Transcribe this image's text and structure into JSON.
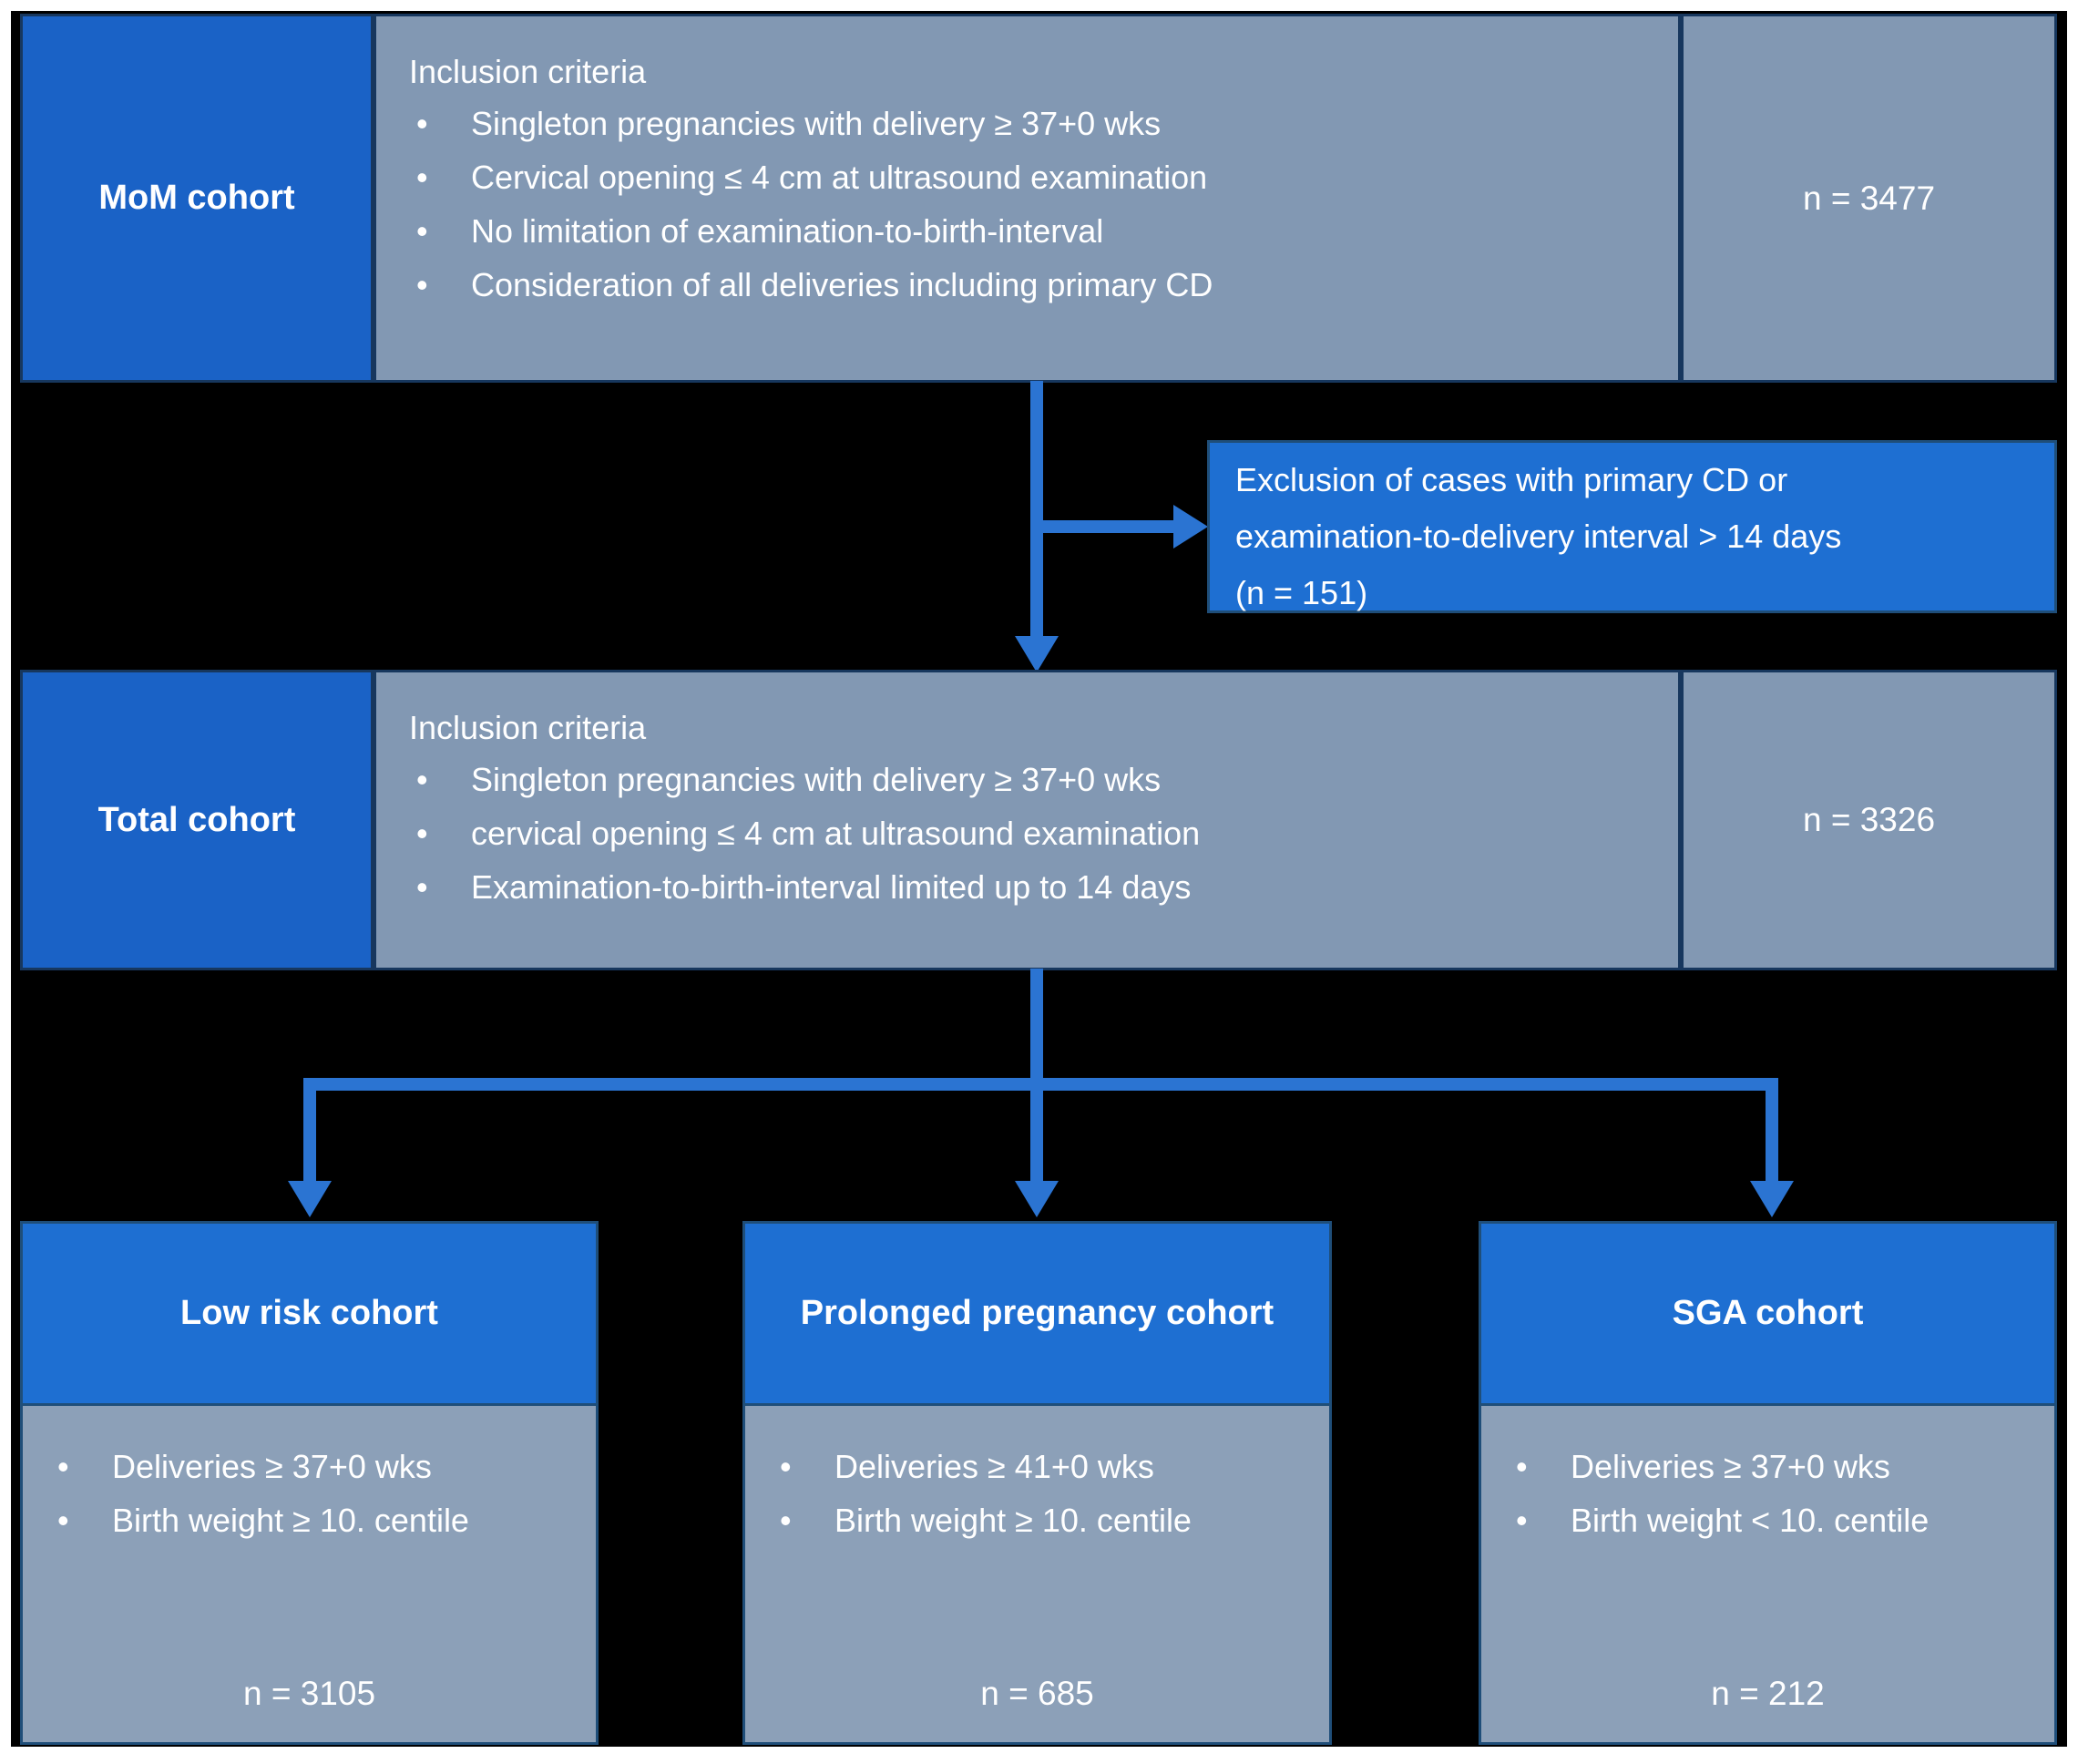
{
  "colors": {
    "page_background": "#FFFFFF",
    "canvas_background": "#000000",
    "label_blue": "#1A62C6",
    "accent_blue": "#1E6FD2",
    "body_gray_blue": "#8298B3",
    "border_navy": "#17375E",
    "arrow_blue": "#2B74D2",
    "text_white": "#FFFFFF"
  },
  "rows": [
    {
      "label": "MoM cohort",
      "heading": "Inclusion criteria",
      "bullets": [
        "Singleton pregnancies with delivery ≥ 37+0 wks",
        "Cervical opening ≤ 4 cm at ultrasound examination",
        "No limitation of examination-to-birth-interval",
        "Consideration of all deliveries including primary CD"
      ],
      "n": "n = 3477"
    },
    {
      "label": "Total cohort",
      "heading": "Inclusion criteria",
      "bullets": [
        "Singleton pregnancies with delivery ≥ 37+0 wks",
        "cervical opening ≤ 4 cm at ultrasound examination",
        "Examination-to-birth-interval limited up to 14 days"
      ],
      "n": "n = 3326"
    }
  ],
  "exclusion": {
    "lines": [
      "Exclusion of cases with primary CD or",
      "examination-to-delivery interval > 14 days",
      "(n = 151)"
    ]
  },
  "cohorts": [
    {
      "title": "Low risk cohort",
      "bullets": [
        "Deliveries ≥ 37+0 wks",
        "Birth weight ≥ 10. centile"
      ],
      "n": "n = 3105"
    },
    {
      "title": "Prolonged pregnancy cohort",
      "bullets": [
        "Deliveries ≥ 41+0 wks",
        "Birth weight ≥ 10. centile"
      ],
      "n": "n = 685"
    },
    {
      "title": "SGA cohort",
      "bullets": [
        "Deliveries ≥ 37+0 wks",
        "Birth weight < 10. centile"
      ],
      "n": "n = 212"
    }
  ]
}
